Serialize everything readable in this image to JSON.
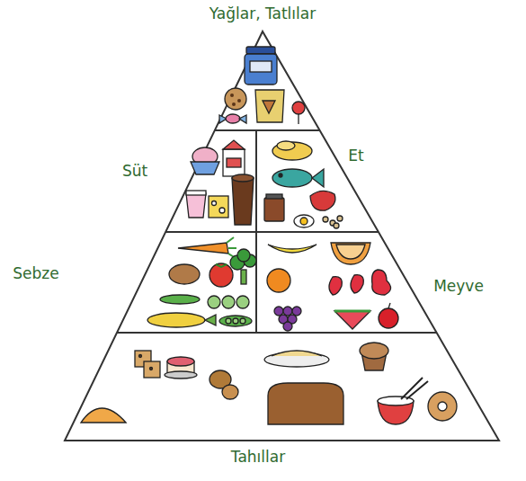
{
  "diagram": {
    "labels": [
      "Yağlar, Tatlılar",
      "Süt",
      "Et",
      "Sebze",
      "Meyve",
      "Tahıllar"
    ]
  }
}
